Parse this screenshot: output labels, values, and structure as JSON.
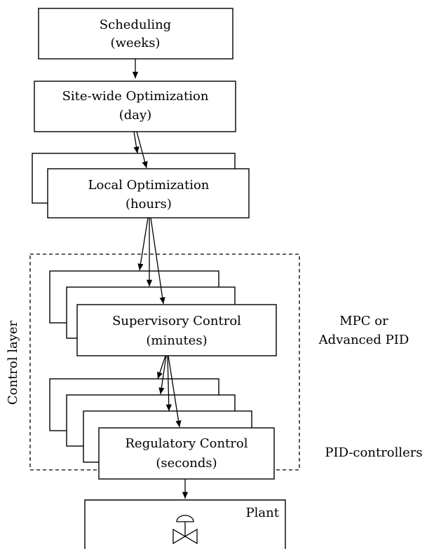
{
  "boxes": {
    "scheduling": {
      "title": "Scheduling",
      "timescale": "(weeks)"
    },
    "site_wide": {
      "title": "Site-wide Optimization",
      "timescale": "(day)"
    },
    "local": {
      "title": "Local Optimization",
      "timescale": "(hours)"
    },
    "supervisory": {
      "title": "Supervisory Control",
      "timescale": "(minutes)"
    },
    "regulatory": {
      "title": "Regulatory Control",
      "timescale": "(seconds)"
    },
    "plant": {
      "title": "Plant"
    }
  },
  "control_layer": {
    "label": "Control layer"
  },
  "annotations": {
    "mpc_line1": "MPC or",
    "mpc_line2": "Advanced PID",
    "pid": "PID-controllers"
  }
}
